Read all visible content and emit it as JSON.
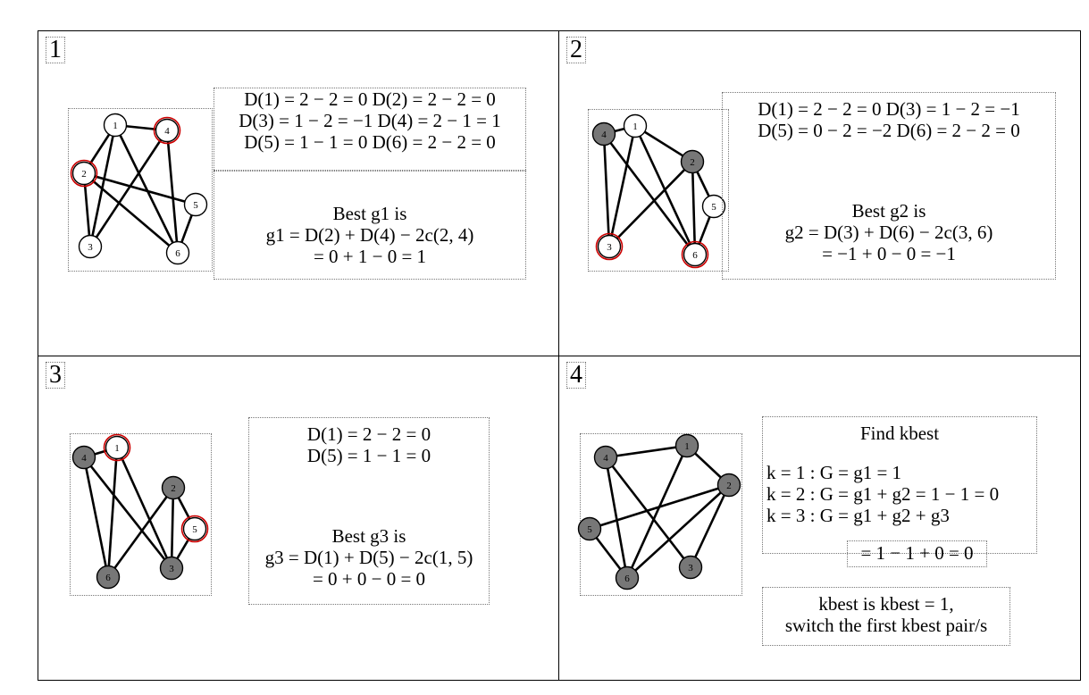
{
  "colors": {
    "white_node": "#ffffff",
    "gray_node": "#777777",
    "highlight_ring": "#cc0000",
    "edge": "#000000"
  },
  "panels": [
    {
      "number": "1",
      "nodes": [
        {
          "id": "1",
          "fill": "white",
          "highlight": false
        },
        {
          "id": "2",
          "fill": "white",
          "highlight": true
        },
        {
          "id": "3",
          "fill": "white",
          "highlight": false
        },
        {
          "id": "4",
          "fill": "white",
          "highlight": true
        },
        {
          "id": "5",
          "fill": "white",
          "highlight": false
        },
        {
          "id": "6",
          "fill": "white",
          "highlight": false
        }
      ],
      "edges": [
        [
          "1",
          "2"
        ],
        [
          "1",
          "3"
        ],
        [
          "1",
          "4"
        ],
        [
          "1",
          "6"
        ],
        [
          "2",
          "3"
        ],
        [
          "2",
          "5"
        ],
        [
          "2",
          "6"
        ],
        [
          "4",
          "3"
        ],
        [
          "4",
          "6"
        ],
        [
          "5",
          "6"
        ]
      ],
      "lines": [
        "D(1) = 2 − 2 = 0   D(2) = 2 − 2 = 0",
        "D(3) = 1 − 2 = −1   D(4) = 2 − 1 = 1",
        "D(5) = 1 − 1 = 0   D(6) = 2 − 2 = 0"
      ],
      "best_title": "Best g1 is",
      "best_formula": "g1 = D(2) + D(4) − 2c(2, 4)",
      "best_value": "= 0 + 1 − 0 = 1"
    },
    {
      "number": "2",
      "nodes": [
        {
          "id": "1",
          "fill": "white",
          "highlight": false
        },
        {
          "id": "2",
          "fill": "gray",
          "highlight": false
        },
        {
          "id": "3",
          "fill": "white",
          "highlight": true
        },
        {
          "id": "4",
          "fill": "gray",
          "highlight": false
        },
        {
          "id": "5",
          "fill": "white",
          "highlight": false
        },
        {
          "id": "6",
          "fill": "white",
          "highlight": true
        }
      ],
      "edges": [
        [
          "4",
          "1"
        ],
        [
          "4",
          "3"
        ],
        [
          "4",
          "6"
        ],
        [
          "1",
          "3"
        ],
        [
          "1",
          "2"
        ],
        [
          "1",
          "6"
        ],
        [
          "2",
          "3"
        ],
        [
          "2",
          "6"
        ],
        [
          "2",
          "5"
        ],
        [
          "5",
          "6"
        ]
      ],
      "lines": [
        "D(1) = 2 − 2 = 0   D(3) = 1 − 2 = −1",
        "D(5) = 0 − 2 = −2   D(6) = 2 − 2 = 0"
      ],
      "best_title": "Best g2 is",
      "best_formula": "g2 = D(3) + D(6) − 2c(3, 6)",
      "best_value": "= −1 + 0 − 0 = −1"
    },
    {
      "number": "3",
      "nodes": [
        {
          "id": "1",
          "fill": "white",
          "highlight": true
        },
        {
          "id": "2",
          "fill": "gray",
          "highlight": false
        },
        {
          "id": "3",
          "fill": "gray",
          "highlight": false
        },
        {
          "id": "4",
          "fill": "gray",
          "highlight": false
        },
        {
          "id": "5",
          "fill": "white",
          "highlight": true
        },
        {
          "id": "6",
          "fill": "gray",
          "highlight": false
        }
      ],
      "edges": [
        [
          "4",
          "1"
        ],
        [
          "4",
          "6"
        ],
        [
          "4",
          "3"
        ],
        [
          "1",
          "6"
        ],
        [
          "1",
          "3"
        ],
        [
          "2",
          "5"
        ],
        [
          "2",
          "6"
        ],
        [
          "2",
          "3"
        ],
        [
          "5",
          "3"
        ]
      ],
      "lines": [
        "D(1) = 2 − 2 = 0",
        "D(5) = 1 − 1 = 0"
      ],
      "best_title": "Best g3 is",
      "best_formula": "g3 = D(1) + D(5) − 2c(1, 5)",
      "best_value": "= 0 + 0 − 0 = 0"
    },
    {
      "number": "4",
      "nodes": [
        {
          "id": "1",
          "fill": "gray",
          "highlight": false
        },
        {
          "id": "2",
          "fill": "gray",
          "highlight": false
        },
        {
          "id": "3",
          "fill": "gray",
          "highlight": false
        },
        {
          "id": "4",
          "fill": "gray",
          "highlight": false
        },
        {
          "id": "5",
          "fill": "gray",
          "highlight": false
        },
        {
          "id": "6",
          "fill": "gray",
          "highlight": false
        }
      ],
      "edges": [
        [
          "4",
          "1"
        ],
        [
          "4",
          "6"
        ],
        [
          "4",
          "3"
        ],
        [
          "1",
          "2"
        ],
        [
          "1",
          "6"
        ],
        [
          "2",
          "5"
        ],
        [
          "2",
          "6"
        ],
        [
          "2",
          "3"
        ],
        [
          "5",
          "6"
        ]
      ],
      "find_title": "Find kbest",
      "k_rows": [
        {
          "k": "k = 1 :",
          "expr": "G = g1 = 1"
        },
        {
          "k": "k = 2 :",
          "expr": "G = g1 + g2 = 1 − 1 = 0"
        },
        {
          "k": "k = 3 :",
          "expr": "G = g1 + g2 + g3"
        }
      ],
      "k3_value": "= 1 − 1 + 0 = 0",
      "result_line1": "kbest is kbest = 1,",
      "result_line2": "switch the first kbest pair/s"
    }
  ]
}
